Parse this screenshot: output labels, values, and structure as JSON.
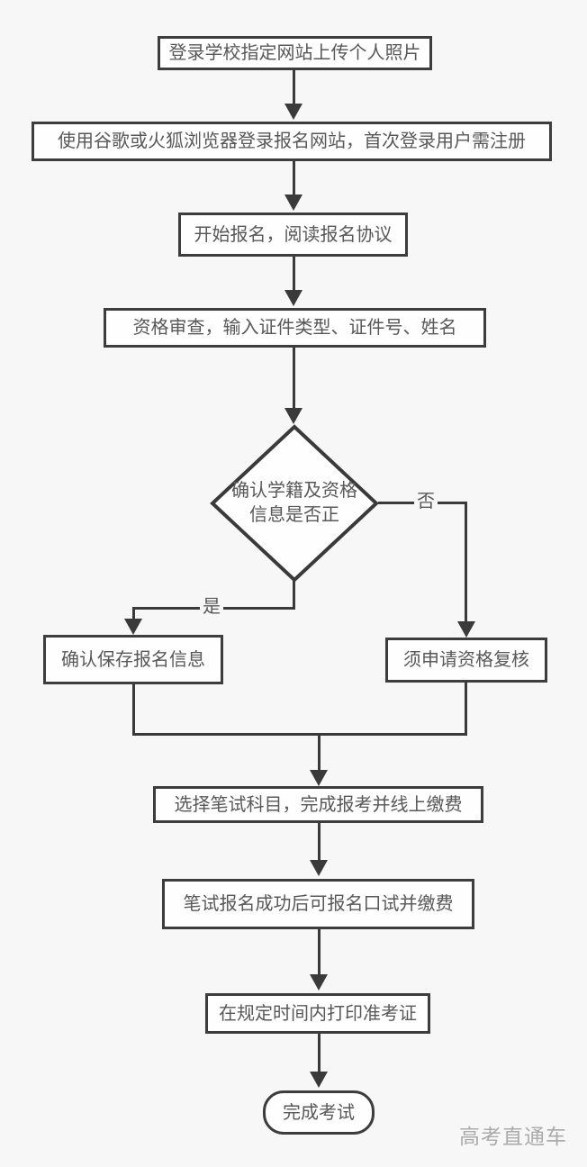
{
  "flowchart": {
    "title_note": "exam registration flowchart",
    "nodes": {
      "step1": {
        "label": "登录学校指定网站上传个人照片"
      },
      "step2": {
        "label": "使用谷歌或火狐浏览器登录报名网站，首次登录用户需注册"
      },
      "step3": {
        "label": "开始报名，阅读报名协议"
      },
      "step4": {
        "label": "资格审查，输入证件类型、证件号、姓名"
      },
      "decision": {
        "label_line1": "确认学籍及资格",
        "label_line2": "信息是否正"
      },
      "yes_result": {
        "label": "确认保存报名信息"
      },
      "no_result": {
        "label": "须申请资格复核"
      },
      "step5": {
        "label": "选择笔试科目，完成报考并线上缴费"
      },
      "step6": {
        "label": "笔试报名成功后可报名口试并缴费"
      },
      "step7": {
        "label": "在规定时间内打印准考证"
      },
      "end": {
        "label": "完成考试"
      }
    },
    "edges": {
      "yes_label": "是",
      "no_label": "否"
    },
    "watermark": "高考直通车",
    "colors": {
      "background": "#f7f7f7",
      "node_fill": "#fefefe",
      "stroke": "#3a3a3a",
      "border": "#3d3d3d",
      "text": "#585858",
      "watermark": "#ababab"
    }
  }
}
